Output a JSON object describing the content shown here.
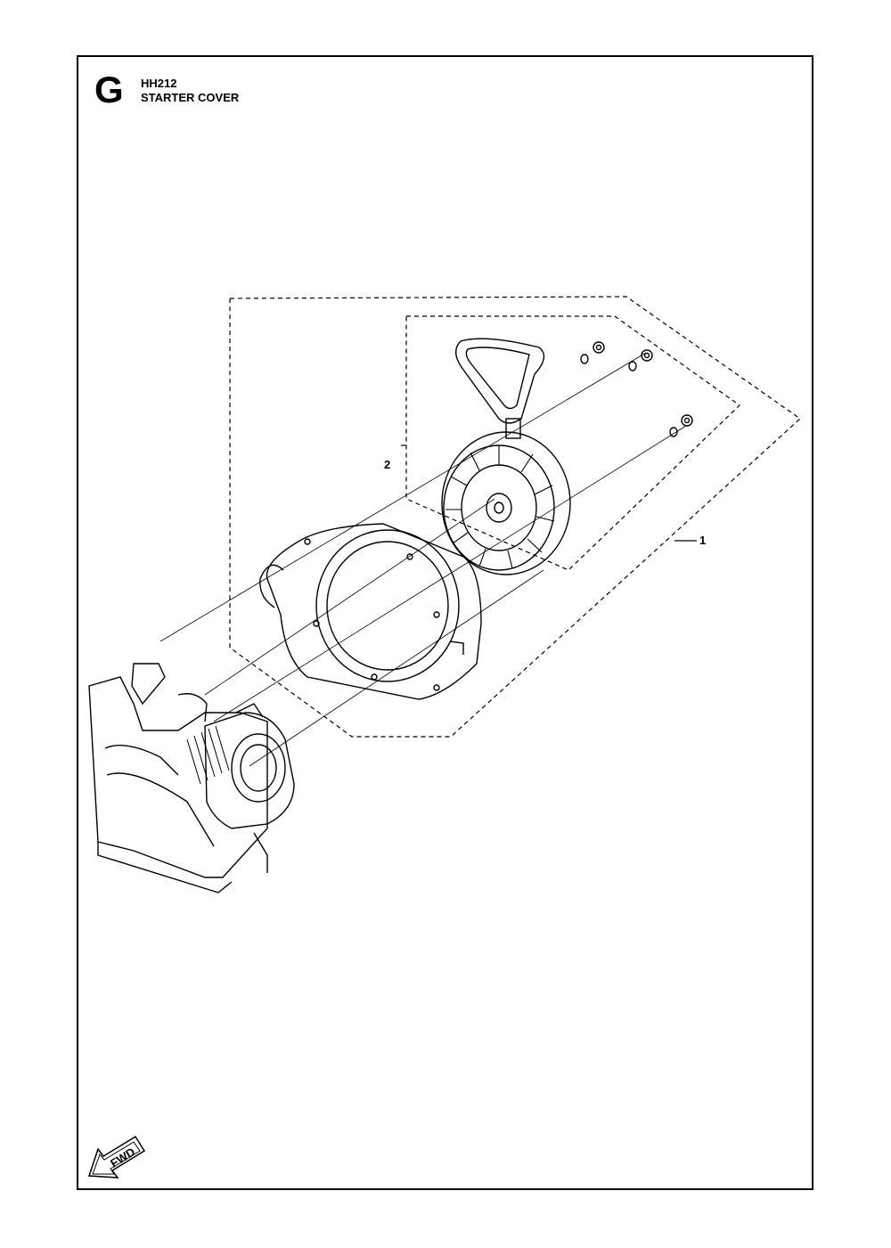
{
  "header": {
    "section_letter": "G",
    "model": "HH212",
    "title": "STARTER COVER"
  },
  "callouts": [
    {
      "id": "1",
      "label": "1"
    },
    {
      "id": "2",
      "label": "2"
    }
  ],
  "fwd_label": "FWD",
  "icons": {
    "fwd_arrow": "fwd-arrow-icon"
  }
}
